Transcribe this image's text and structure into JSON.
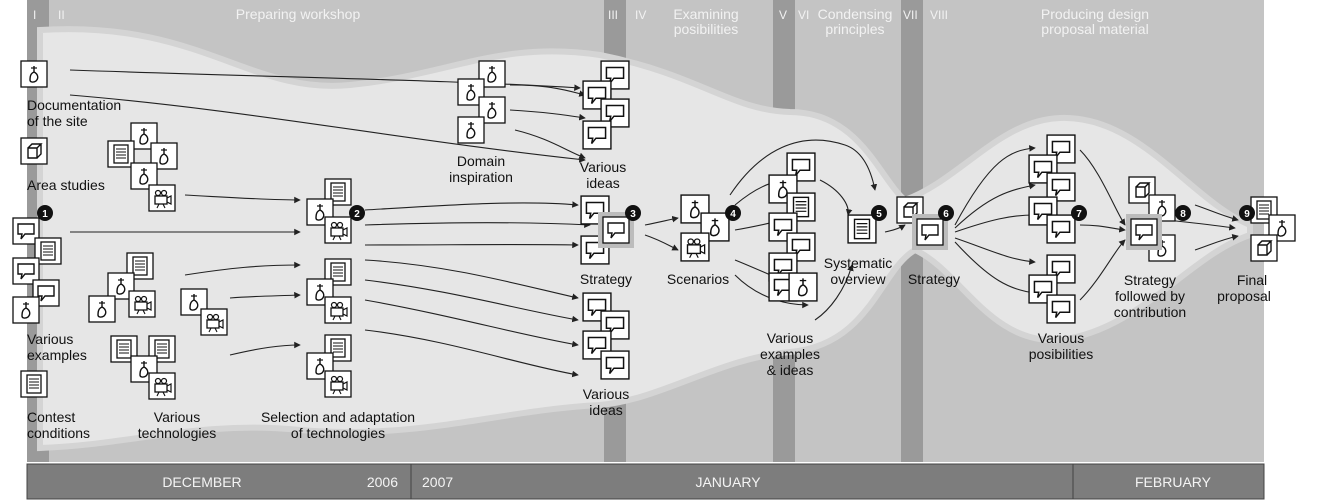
{
  "phases": [
    {
      "num": "I"
    },
    {
      "num": "II",
      "title": "Preparing workshop"
    },
    {
      "num": "III"
    },
    {
      "num": "IV",
      "title": [
        "Examining",
        "posibilities"
      ]
    },
    {
      "num": "V"
    },
    {
      "num": "VI",
      "title": [
        "Condensing",
        "principles"
      ]
    },
    {
      "num": "VII"
    },
    {
      "num": "VIII",
      "title": [
        "Producing design",
        "proposal material"
      ]
    }
  ],
  "labels": {
    "documentation": [
      "Documentation",
      "of the site"
    ],
    "area_studies": "Area studies",
    "various_examples": [
      "Various",
      "examples"
    ],
    "contest_conditions": [
      "Contest",
      "conditions"
    ],
    "various_technologies": [
      "Various",
      "technologies"
    ],
    "selection": [
      "Selection and adaptation",
      "of technologies"
    ],
    "domain_inspiration": [
      "Domain",
      "inspiration"
    ],
    "various_ideas_top": [
      "Various",
      "ideas"
    ],
    "strategy_3": "Strategy",
    "various_ideas_bottom": [
      "Various",
      "ideas"
    ],
    "scenarios": "Scenarios",
    "various_examples_ideas": [
      "Various",
      "examples",
      "& ideas"
    ],
    "systematic_overview": [
      "Systematic",
      "overview"
    ],
    "strategy_6": "Strategy",
    "various_posibilities": [
      "Various",
      "posibilities"
    ],
    "strategy_followed": [
      "Strategy",
      "followed by",
      "contribution"
    ],
    "final_proposal": [
      "Final",
      "proposal"
    ]
  },
  "badges": [
    "1",
    "2",
    "3",
    "4",
    "5",
    "6",
    "7",
    "8",
    "9"
  ],
  "timeline": {
    "december": "DECEMBER",
    "year_2006": "2006",
    "year_2007": "2007",
    "january": "JANUARY",
    "february": "FEBRUARY"
  },
  "icons": [
    "drawing-icon",
    "cube-icon",
    "speech-bubble-icon",
    "document-icon",
    "video-camera-icon"
  ],
  "colors": {
    "background": "#c4c4c4",
    "band": "#e6e6e6",
    "divider": "#8a8a8a",
    "timeline": "#7d7d7d"
  }
}
